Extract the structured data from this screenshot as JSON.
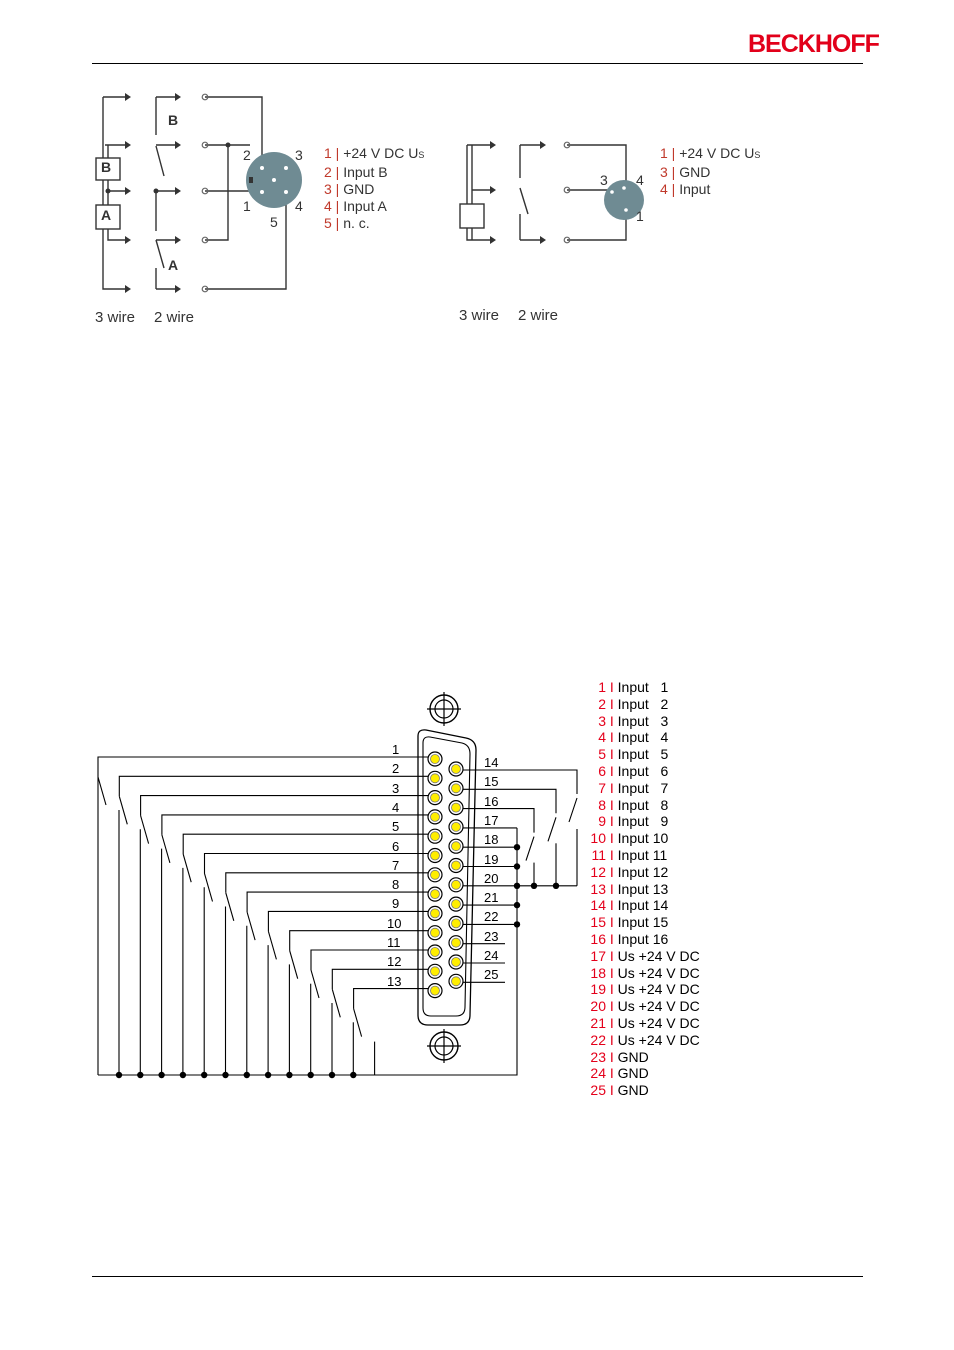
{
  "header": {
    "logo_text": "BECKHOFF"
  },
  "m12_diagram": {
    "wire_labels": [
      "3 wire",
      "2 wire"
    ],
    "switch_labels": [
      "B",
      "A"
    ],
    "sensor_labels": [
      "B",
      "A"
    ],
    "pin_numbers": [
      "1",
      "2",
      "3",
      "4",
      "5"
    ],
    "pins": [
      {
        "num": "1",
        "label": "+24 V DC U",
        "sub": "S"
      },
      {
        "num": "2",
        "label": "Input B"
      },
      {
        "num": "3",
        "label": "GND"
      },
      {
        "num": "4",
        "label": "Input A"
      },
      {
        "num": "5",
        "label": "n. c."
      }
    ]
  },
  "m8_diagram": {
    "wire_labels": [
      "3 wire",
      "2 wire"
    ],
    "pin_numbers": [
      "1",
      "3",
      "4"
    ],
    "pins": [
      {
        "num": "1",
        "label": "+24 V DC U",
        "sub": "S"
      },
      {
        "num": "3",
        "label": "GND"
      },
      {
        "num": "4",
        "label": "Input"
      }
    ]
  },
  "dsub_diagram": {
    "pins": [
      {
        "num": "1",
        "label": "Input   1"
      },
      {
        "num": "2",
        "label": "Input   2"
      },
      {
        "num": "3",
        "label": "Input   3"
      },
      {
        "num": "4",
        "label": "Input   4"
      },
      {
        "num": "5",
        "label": "Input   5"
      },
      {
        "num": "6",
        "label": "Input   6"
      },
      {
        "num": "7",
        "label": "Input   7"
      },
      {
        "num": "8",
        "label": "Input   8"
      },
      {
        "num": "9",
        "label": "Input   9"
      },
      {
        "num": "10",
        "label": "Input 10"
      },
      {
        "num": "11",
        "label": "Input 11"
      },
      {
        "num": "12",
        "label": "Input 12"
      },
      {
        "num": "13",
        "label": "Input 13"
      },
      {
        "num": "14",
        "label": "Input 14"
      },
      {
        "num": "15",
        "label": "Input 15"
      },
      {
        "num": "16",
        "label": "Input 16"
      },
      {
        "num": "17",
        "label": "Us +24 V DC"
      },
      {
        "num": "18",
        "label": "Us +24 V DC"
      },
      {
        "num": "19",
        "label": "Us +24 V DC"
      },
      {
        "num": "20",
        "label": "Us +24 V DC"
      },
      {
        "num": "21",
        "label": "Us +24 V DC"
      },
      {
        "num": "22",
        "label": "Us +24 V DC"
      },
      {
        "num": "23",
        "label": "GND"
      },
      {
        "num": "24",
        "label": "GND"
      },
      {
        "num": "25",
        "label": "GND"
      }
    ],
    "separator": "I"
  },
  "colors": {
    "logo": "#e2001a",
    "pin_number": "#e4001b",
    "connector": "#6f8b93",
    "pin_yellow": "#ffee00"
  }
}
